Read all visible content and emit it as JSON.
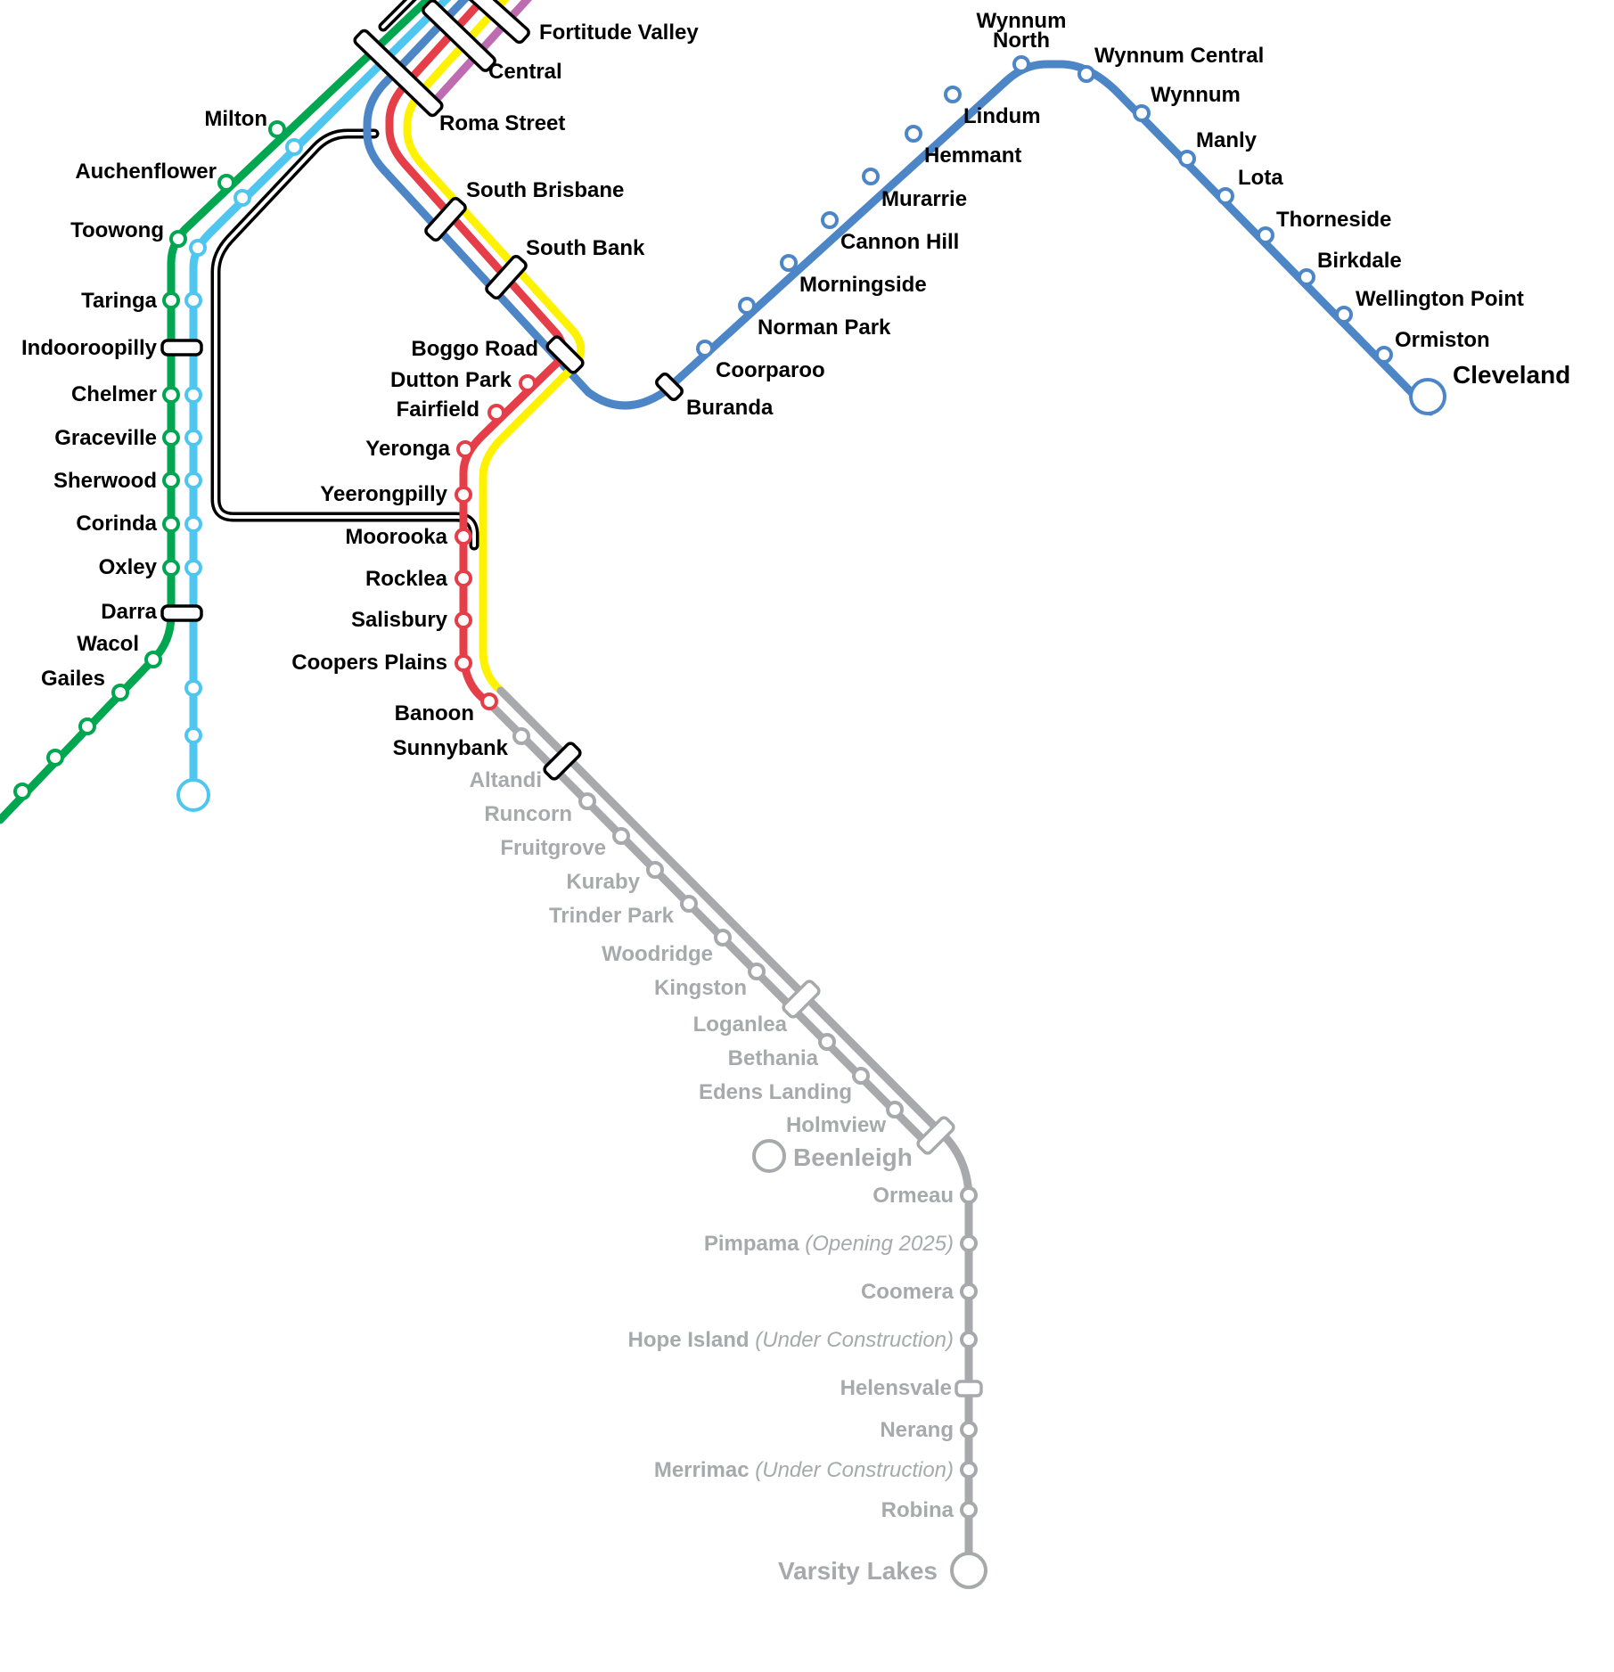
{
  "colors": {
    "green": "#00a650",
    "light_blue": "#4fc6ef",
    "blue": "#4d86c6",
    "red": "#e63e48",
    "yellow": "#fff200",
    "purple": "#bf6bb1",
    "grey": "#a7a9ac",
    "black": "#000000"
  },
  "stations": {
    "fortitude_valley": "Fortitude Valley",
    "central": "Central",
    "roma_street": "Roma Street",
    "milton": "Milton",
    "auchenflower": "Auchenflower",
    "toowong": "Toowong",
    "taringa": "Taringa",
    "indooroopilly": "Indooroopilly",
    "chelmer": "Chelmer",
    "graceville": "Graceville",
    "sherwood": "Sherwood",
    "corinda": "Corinda",
    "oxley": "Oxley",
    "darra": "Darra",
    "wacol": "Wacol",
    "gailes": "Gailes",
    "south_brisbane": "South Brisbane",
    "south_bank": "South Bank",
    "boggo_road": "Boggo Road",
    "dutton_park": "Dutton Park",
    "fairfield": "Fairfield",
    "yeronga": "Yeronga",
    "yeerongpilly": "Yeerongpilly",
    "moorooka": "Moorooka",
    "rocklea": "Rocklea",
    "salisbury": "Salisbury",
    "coopers_plains": "Coopers Plains",
    "banoon": "Banoon",
    "sunnybank": "Sunnybank",
    "buranda": "Buranda",
    "coorparoo": "Coorparoo",
    "norman_park": "Norman Park",
    "morningside": "Morningside",
    "cannon_hill": "Cannon Hill",
    "murarrie": "Murarrie",
    "hemmant": "Hemmant",
    "lindum": "Lindum",
    "wynnum_north_1": "Wynnum",
    "wynnum_north_2": "North",
    "wynnum_central": "Wynnum Central",
    "wynnum": "Wynnum",
    "manly": "Manly",
    "lota": "Lota",
    "thorneside": "Thorneside",
    "birkdale": "Birkdale",
    "wellington_point": "Wellington Point",
    "ormiston": "Ormiston",
    "cleveland": "Cleveland",
    "altandi": "Altandi",
    "runcorn": "Runcorn",
    "fruitgrove": "Fruitgrove",
    "kuraby": "Kuraby",
    "trinder_park": "Trinder Park",
    "woodridge": "Woodridge",
    "kingston": "Kingston",
    "loganlea": "Loganlea",
    "bethania": "Bethania",
    "edens_landing": "Edens Landing",
    "holmview": "Holmview",
    "beenleigh": "Beenleigh",
    "ormeau": "Ormeau",
    "pimpama": "Pimpama",
    "pimpama_note": "(Opening 2025)",
    "coomera": "Coomera",
    "hope_island": "Hope Island",
    "hope_island_note": "(Under Construction)",
    "helensvale": "Helensvale",
    "nerang": "Nerang",
    "merrimac": "Merrimac",
    "merrimac_note": "(Under Construction)",
    "robina": "Robina",
    "varsity_lakes": "Varsity Lakes"
  }
}
